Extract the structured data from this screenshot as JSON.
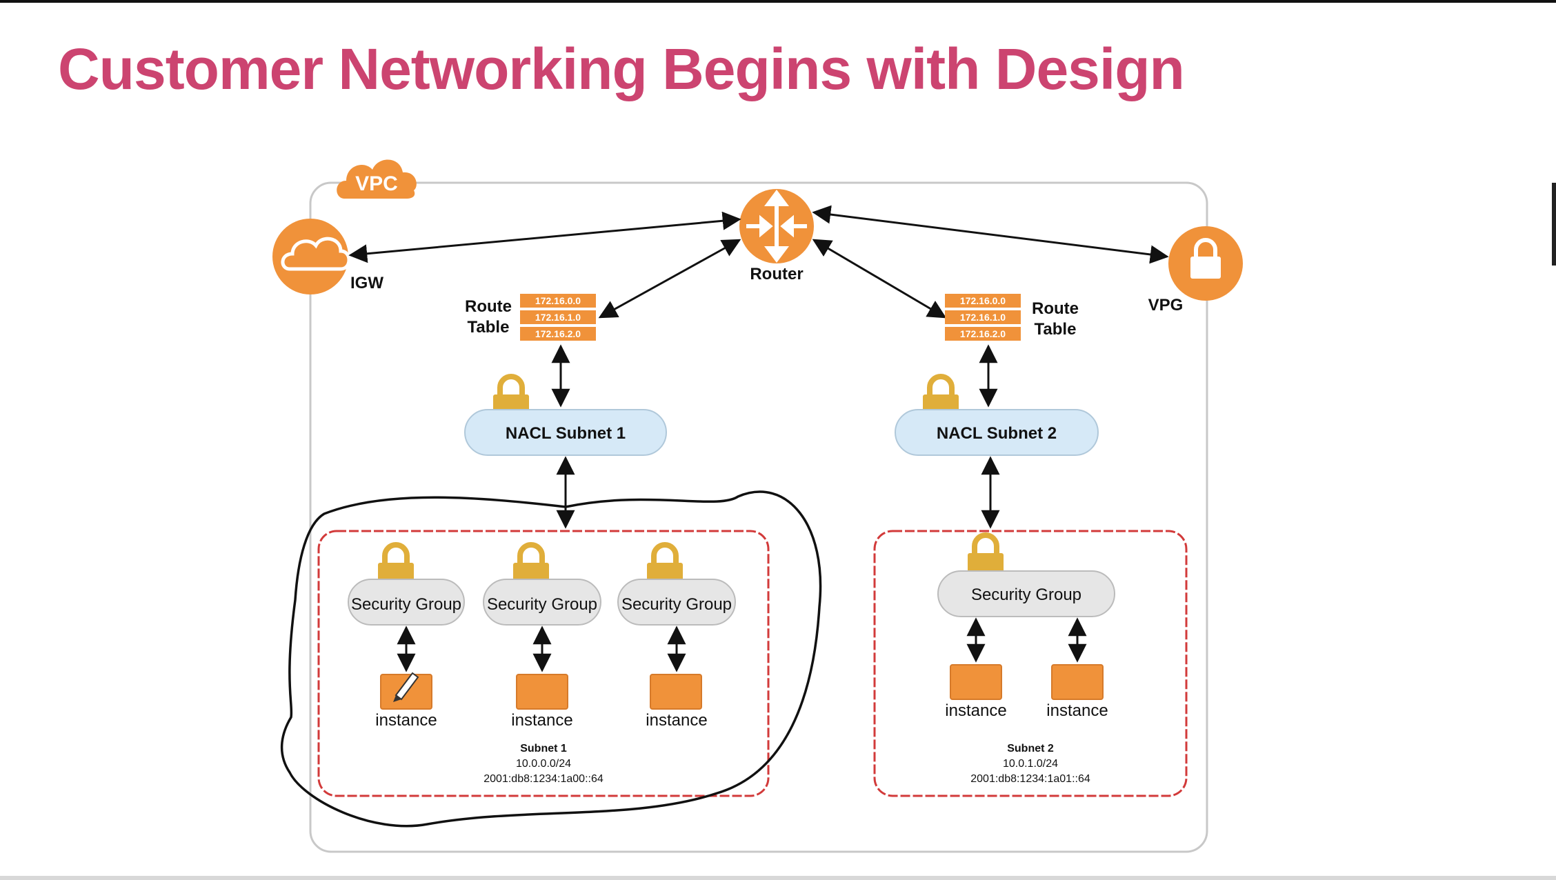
{
  "slide": {
    "title": "Customer Networking Begins with Design"
  },
  "diagram": {
    "vpc_label": "VPC",
    "igw_label": "IGW",
    "router_label": "Router",
    "vpg_label": "VPG",
    "route_table_left": {
      "line1": "Route",
      "line2": "Table",
      "entries": [
        "172.16.0.0",
        "172.16.1.0",
        "172.16.2.0"
      ]
    },
    "route_table_right": {
      "line1": "Route",
      "line2": "Table",
      "entries": [
        "172.16.0.0",
        "172.16.1.0",
        "172.16.2.0"
      ]
    },
    "nacl_left": "NACL Subnet 1",
    "nacl_right": "NACL Subnet 2",
    "subnet1": {
      "security_groups": [
        "Security Group",
        "Security Group",
        "Security Group"
      ],
      "instances": [
        "instance",
        "instance",
        "instance"
      ],
      "name": "Subnet 1",
      "ipv4": "10.0.0.0/24",
      "ipv6": "2001:db8:1234:1a00::64"
    },
    "subnet2": {
      "security_group": "Security Group",
      "instances": [
        "instance",
        "instance"
      ],
      "name": "Subnet 2",
      "ipv4": "10.0.1.0/24",
      "ipv6": "2001:db8:1234:1a01::64"
    },
    "colors": {
      "title": "#cc4470",
      "aws_orange": "#f0923a",
      "lock_gold": "#e0ae3a",
      "nacl_fill": "#d6e9f7",
      "sg_fill": "#e6e6e6",
      "subnet_border": "#d23a3a",
      "vpc_border": "#c8c8c8"
    }
  }
}
